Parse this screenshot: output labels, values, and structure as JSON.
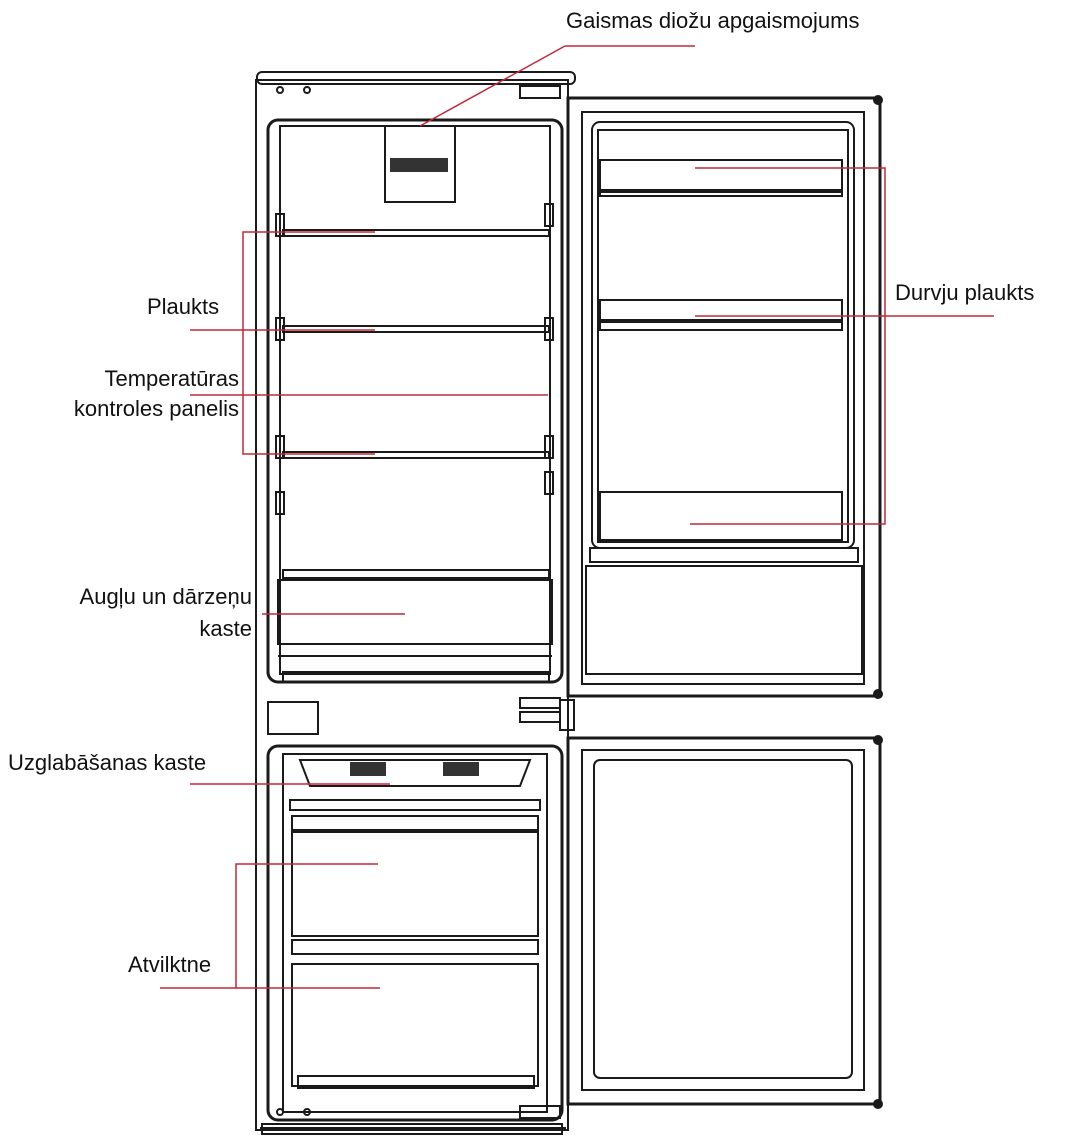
{
  "labels": {
    "led_light": "Gaismas diožu apgaismojums",
    "shelf": "Plaukts",
    "temp_panel_line1": "Temperatūras",
    "temp_panel_line2": "kontroles panelis",
    "crisper_line1": "Augļu un dārzeņu",
    "crisper_line2": "kaste",
    "storage_box": "Uzglabāšanas  kaste",
    "drawer": "Atvilktne",
    "door_shelf": "Durvju plaukts"
  },
  "colors": {
    "leader": "#c0283a",
    "outline": "#1a1a1a",
    "background": "#ffffff"
  }
}
